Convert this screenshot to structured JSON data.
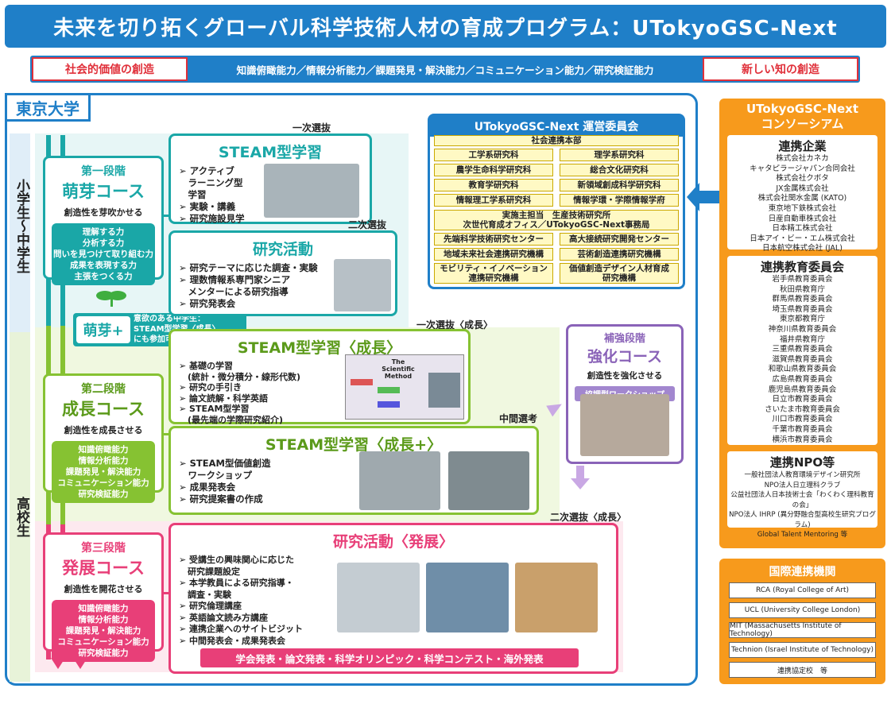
{
  "title": "未来を切り拓くグローバル科学技術人材の育成プログラム：UTokyoGSC-Next",
  "values": {
    "left": "社会的価値の創造",
    "middle": "知識俯瞰能力／情報分析能力／課題発見・解決能力／コミュニケーション能力／研究検証能力",
    "right": "新しい知の創造"
  },
  "university": "東京大学",
  "side_labels": {
    "junior": "小学生〜中学生",
    "senior": "高校生"
  },
  "stage1": {
    "label": "第一段階",
    "name": "萌芽コース",
    "desc": "創造性を芽吹かせる",
    "skills": [
      "理解する力",
      "分析する力",
      "問いを見つけて取り組む力",
      "成果を表現する力",
      "主張をつくる力"
    ]
  },
  "moe_plus": {
    "label": "萌芽+",
    "desc": "意欲のある中学生：\nSTEAM型学習〈成長〉\nにも参加可能"
  },
  "stage2": {
    "label": "第二段階",
    "name": "成長コース",
    "desc": "創造性を成長させる",
    "skills": [
      "知識俯瞰能力",
      "情報分析能力",
      "課題発見・解決能力",
      "コミュニケーション能力",
      "研究検証能力"
    ]
  },
  "stage3": {
    "label": "第三段階",
    "name": "発展コース",
    "desc": "創造性を開花させる",
    "skills": [
      "知識俯瞰能力",
      "情報分析能力",
      "課題発見・解決能力",
      "コミュニケーション能力",
      "研究検証能力"
    ]
  },
  "steam1": {
    "title": "STEAM型学習",
    "sel": "一次選抜",
    "items": [
      "➢ アクティブ",
      "　ラーニング型",
      "　学習",
      "➢ 実験・講義",
      "➢ 研究施設見学"
    ]
  },
  "research1": {
    "title": "研究活動",
    "sel": "二次選抜",
    "items": [
      "➢ 研究テーマに応じた調査・実験",
      "➢ 理数情報系専門家シニア",
      "　メンターによる研究指導",
      "➢ 研究発表会"
    ]
  },
  "steam2": {
    "title": "STEAM型学習〈成長〉",
    "sel": "一次選抜〈成長〉",
    "items": [
      "➢ 基礎の学習",
      "　(統計・微分積分・線形代数)",
      "➢ 研究の手引き",
      "➢ 論文読解・科学英語",
      "➢ STEAM型学習",
      "　(最先端の学際研究紹介)"
    ],
    "slide": "The Scientific Method"
  },
  "steam3": {
    "title": "STEAM型学習〈成長+〉",
    "sel": "中間選考",
    "items": [
      "➢ STEAM型価値創造",
      "　ワークショップ",
      "➢ 成果発表会",
      "➢ 研究提案書の作成"
    ]
  },
  "research2": {
    "title": "研究活動〈発展〉",
    "sel": "二次選抜〈成長〉",
    "items": [
      "➢ 受講生の興味関心に応じた",
      "　研究課題設定",
      "➢ 本学教員による研究指導・",
      "　調査・実験",
      "➢ 研究倫理講座",
      "➢ 英語論文読み方講座",
      "➢ 連携企業へのサイトビジット",
      "➢ 中間発表会・成果発表会"
    ],
    "banner": "学会発表・論文発表・科学オリンピック・科学コンテスト・海外発表"
  },
  "hokyo": {
    "label": "補強段階",
    "name": "強化コース",
    "desc": "創造性を強化させる",
    "ws": "協調型ワークショップ"
  },
  "committee": {
    "title": "UTokyoGSC-Next 運営委員会",
    "top": "社会連携本部",
    "cells": [
      "工学系研究科",
      "理学系研究科",
      "農学生命科学研究科",
      "総合文化研究科",
      "教育学研究科",
      "新領域創成科学研究科",
      "情報理工学系研究科",
      "情報学環・学際情報学府"
    ],
    "center": "実施主担当　生産技術研究所\n次世代育成オフィス／UTokyoGSC-Next事務局",
    "cells2": [
      "先端科学技術研究センター",
      "高大接続研究開発センター",
      "地域未来社会連携研究機構",
      "芸術創造連携研究機構",
      "モビリティ・イノベーション\n連携研究機構",
      "価値創造デザイン人材育成\n研究機構"
    ]
  },
  "consortium": {
    "title": "UTokyoGSC-Next\nコンソーシアム",
    "companies_title": "連携企業",
    "companies": [
      "株式会社カネカ",
      "キャタピラージャパン合同会社",
      "株式会社クボタ",
      "JX金属株式会社",
      "株式会社関水金属 (KATO)",
      "東京地下鉄株式会社",
      "日産自動車株式会社",
      "日本精工株式会社",
      "日本アイ・ビー・エム株式会社",
      "日本航空株式会社 (JAL)"
    ],
    "boards_title": "連携教育委員会",
    "boards": [
      "岩手県教育委員会",
      "秋田県教育庁",
      "群馬県教育委員会",
      "埼玉県教育委員会",
      "東京都教育庁",
      "神奈川県教育委員会",
      "福井県教育庁",
      "三重県教育委員会",
      "滋賀県教育委員会",
      "和歌山県教育委員会",
      "広島県教育委員会",
      "鹿児島県教育委員会",
      "日立市教育委員会",
      "さいたま市教育委員会",
      "川口市教育委員会",
      "千葉市教育委員会",
      "横浜市教育委員会"
    ],
    "npo_title": "連携NPO等",
    "npo": [
      "一般社団法人教育環境デザイン研究所",
      "NPO法人日立理科クラブ",
      "公益社団法人日本技術士会「わくわく理科教育の会」",
      "NPO法人 IHRP (異分野融合型高校生研究プログラム)",
      "Global Talent Mentoring 等"
    ]
  },
  "international": {
    "title": "国際連携機関",
    "items": [
      "RCA (Royal College of Art)",
      "UCL (University College London)",
      "MIT (Massachusetts Institute of Technology)",
      "Technion (Israel Institute of Technology)",
      "連携協定校　等"
    ]
  },
  "colors": {
    "blue": "#1f7fc8",
    "teal": "#1aa7a7",
    "green": "#86c232",
    "pink": "#e83f78",
    "orange": "#f79a1c",
    "purple": "#8a63b8"
  }
}
